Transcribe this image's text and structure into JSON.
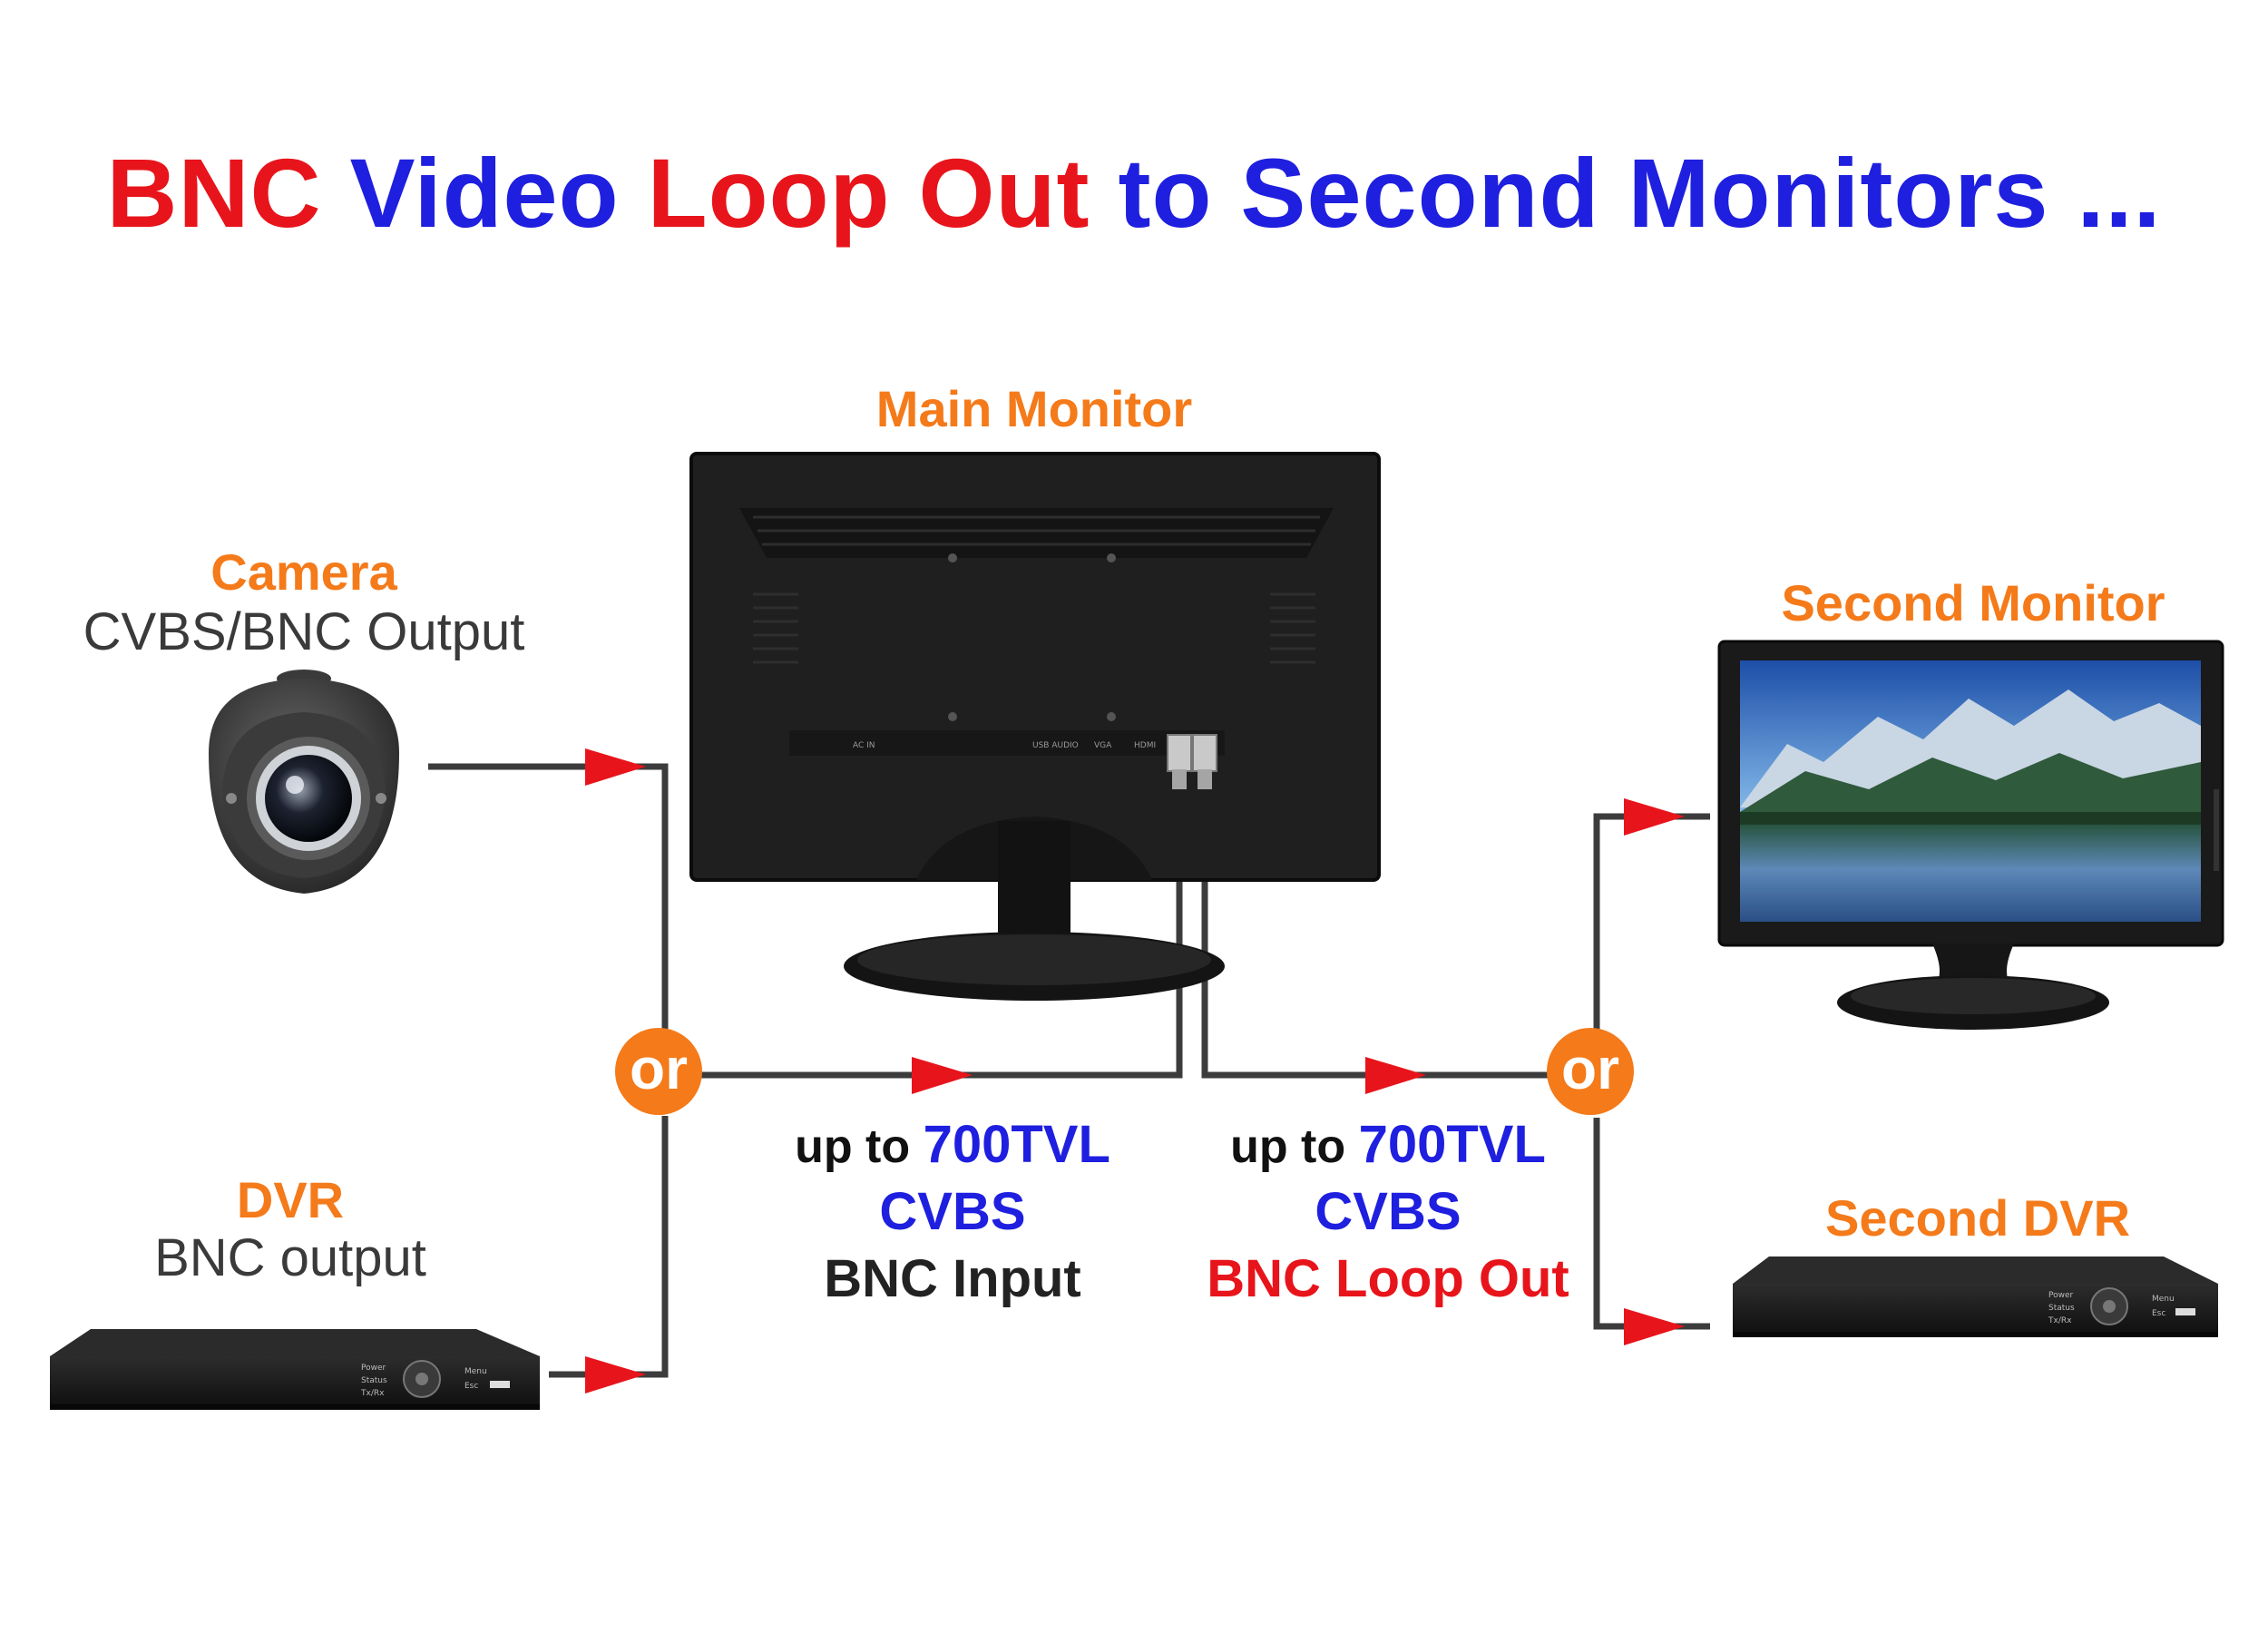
{
  "title": {
    "part1": "BNC",
    "part2": "Video",
    "part3": "Loop Out",
    "part4": "to Second Monitors ...",
    "color_red": "#e8141b",
    "color_blue": "#1f1fe0"
  },
  "camera": {
    "label": "Camera",
    "sublabel": "CVBS/BNC Output"
  },
  "dvr": {
    "label": "DVR",
    "sublabel": "BNC output"
  },
  "main_monitor": {
    "label": "Main Monitor",
    "ports": [
      "AC IN",
      "USB AUDIO",
      "VGA",
      "HDMI"
    ]
  },
  "second_monitor": {
    "label": "Second Monitor"
  },
  "second_dvr": {
    "label": "Second DVR"
  },
  "or_badge": {
    "text": "or",
    "color": "#f47a1a"
  },
  "input_spec": {
    "line1_prefix": "up to",
    "line1_value": "700TVL",
    "line2": "CVBS",
    "line3": "BNC Input"
  },
  "output_spec": {
    "line1_prefix": "up to",
    "line1_value": "700TVL",
    "line2": "CVBS",
    "line3": "BNC Loop Out"
  },
  "dvr_panel": {
    "power": "Power",
    "status": "Status",
    "txrx": "Tx/Rx",
    "menu": "Menu",
    "esc": "Esc"
  },
  "colors": {
    "label_orange": "#f47a1a",
    "arrow_red": "#e8141b",
    "cable_gray": "#3c3c3c",
    "device_black": "#1b1b1b"
  }
}
